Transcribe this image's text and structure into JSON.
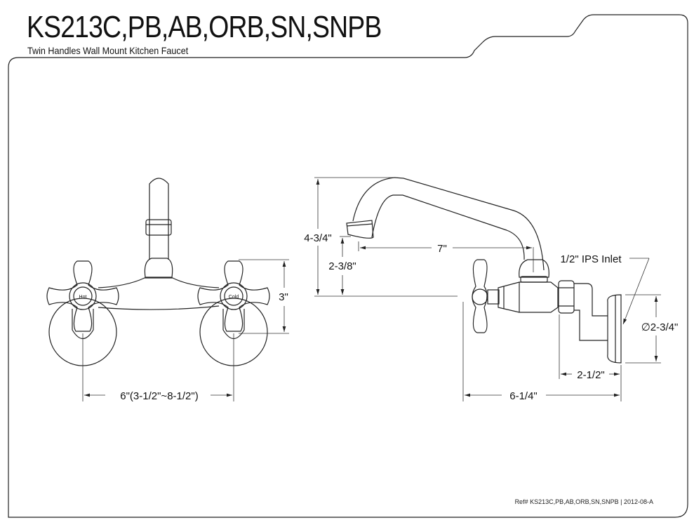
{
  "header": {
    "title": "KS213C,PB,AB,ORB,SN,SNPB",
    "subtitle": "Twin Handles Wall Mount Kitchen Faucet"
  },
  "front_view": {
    "hot_label": "Hot",
    "cold_label": "Cold",
    "dim_height": "3\"",
    "dim_spread": "6\"(3-1/2\"~8-1/2\")"
  },
  "side_view": {
    "dim_total_height": "4-3/4\"",
    "dim_spout_height": "2-3/8\"",
    "dim_spout_reach": "7\"",
    "inlet_label": "1/2\" IPS Inlet",
    "dim_flange_diameter": "∅2-3/4\"",
    "dim_inlet_depth": "2-1/2\"",
    "dim_total_depth": "6-1/4\""
  },
  "footer": {
    "ref": "Ref# KS213C,PB,AB,ORB,SN,SNPB | 2012-08-A"
  }
}
